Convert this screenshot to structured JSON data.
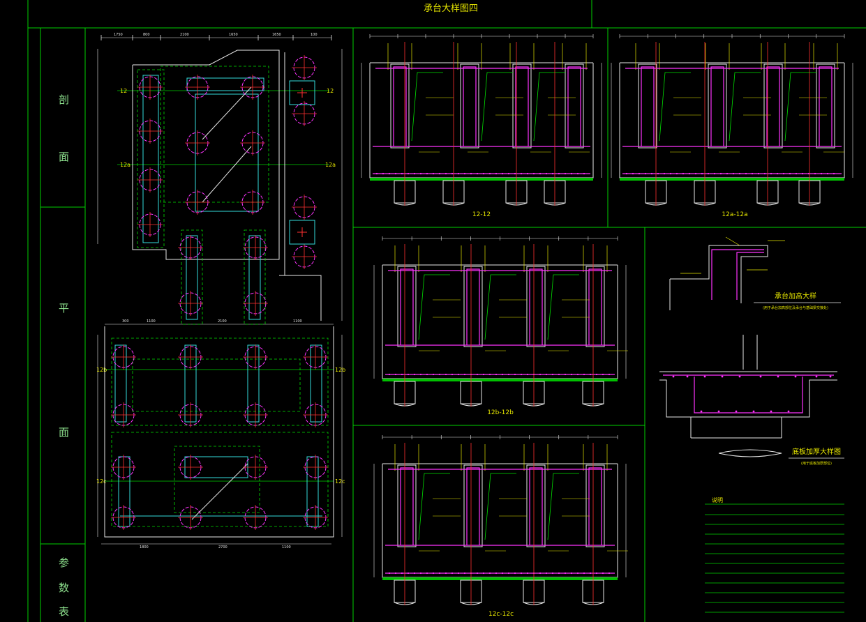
{
  "sheet": {
    "title": "承台大样图四",
    "side_labels": [
      "剖",
      "面",
      "平",
      "面",
      "参",
      "数",
      "表"
    ]
  },
  "plan": {
    "axis_labels": {
      "row1": "12",
      "row2": "12a",
      "row3": "12b",
      "row4": "12c"
    }
  },
  "sections": [
    {
      "id": "s1",
      "label": "12-12"
    },
    {
      "id": "s2",
      "label": "12a-12a"
    },
    {
      "id": "s3",
      "label": "12b-12b"
    },
    {
      "id": "s4",
      "label": "12c-12c"
    }
  ],
  "details": {
    "corner_title": "承台加高大样",
    "corner_note": "(用于承台加高部位及承台与基础梁交接处)",
    "bottom_title": "底板加厚大样图",
    "bottom_note": "(用于底板加厚部位)",
    "notes_title": "说明"
  },
  "colors": {
    "green": "#00e000",
    "yellow": "#e6e600",
    "magenta": "#ff33ff",
    "cyan": "#33dddd",
    "red": "#ff3030",
    "white": "#e8e8e8"
  }
}
